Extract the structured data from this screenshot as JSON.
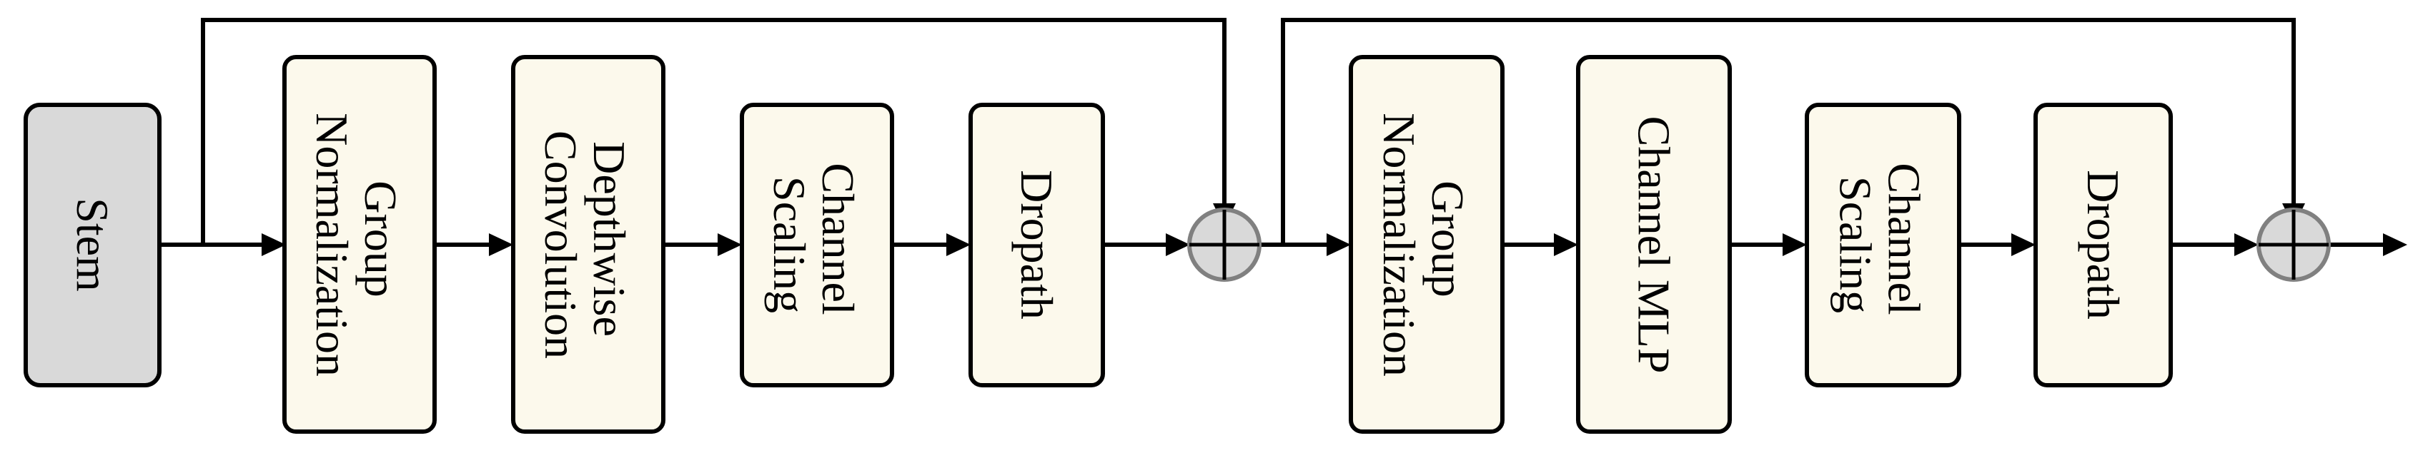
{
  "diagram": {
    "stem": "Stem",
    "stage1": {
      "norm": [
        "Group",
        "Normalization"
      ],
      "mixer": [
        "Depthwise",
        "Convolution"
      ],
      "scale": [
        "Channel",
        "Scaling"
      ],
      "drop": "Dropath"
    },
    "stage2": {
      "norm": [
        "Group",
        "Normalization"
      ],
      "mlp": "Channel MLP",
      "scale": [
        "Channel",
        "Scaling"
      ],
      "drop": "Dropath"
    }
  },
  "colors": {
    "stem_fill": "#d9d9d9",
    "block_fill": "#fcf9ec",
    "sum_fill": "#d9d9d9",
    "sum_stroke": "#808080"
  }
}
